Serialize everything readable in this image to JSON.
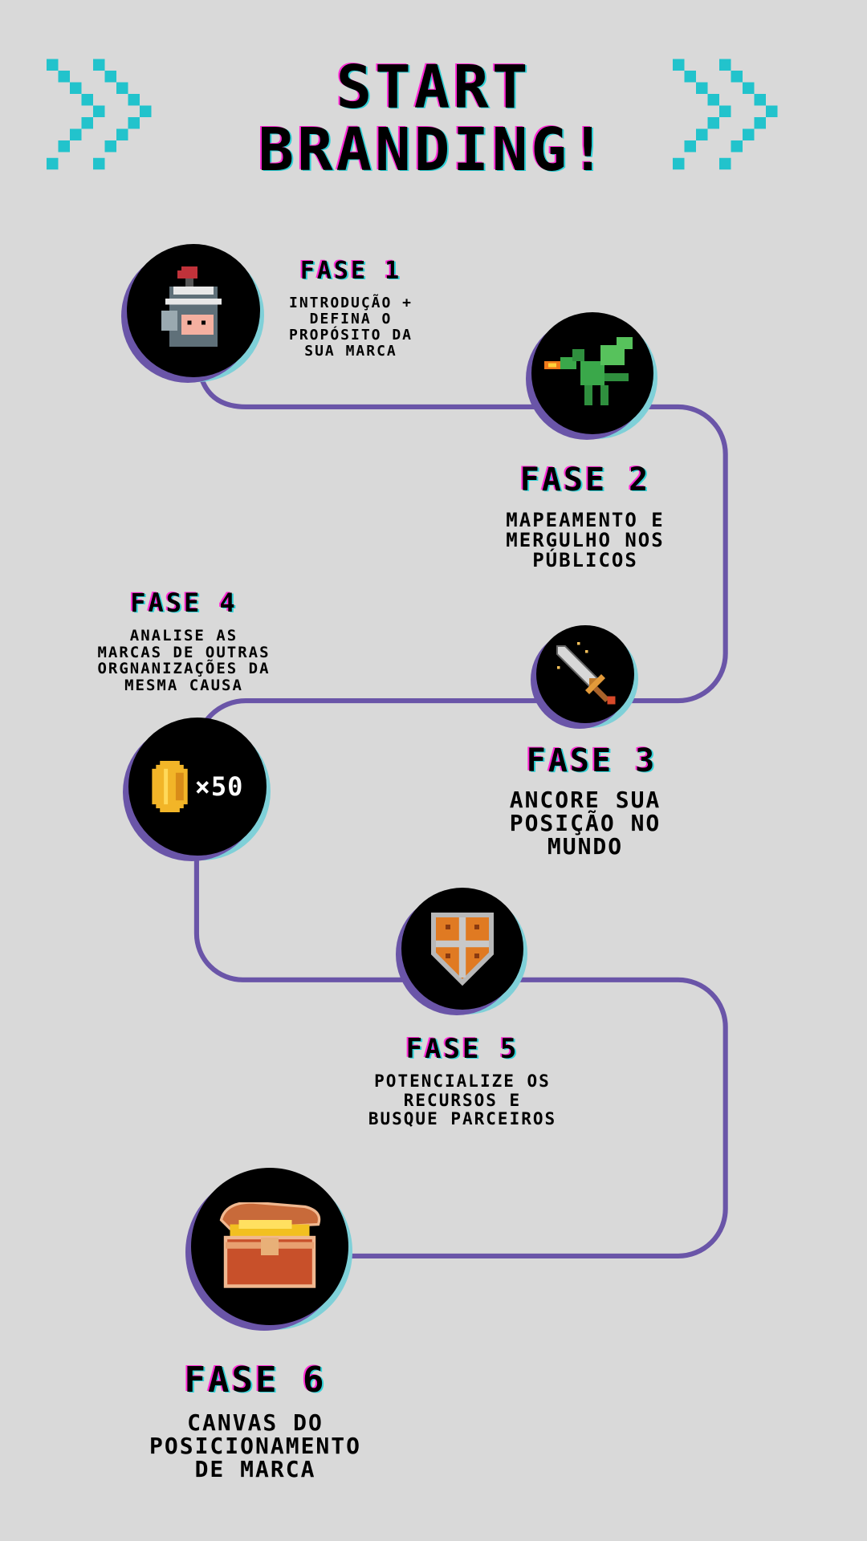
{
  "title": {
    "line1": "START",
    "line2": "BRANDING!"
  },
  "colors": {
    "background": "#d9d9d9",
    "path": "#6a55a8",
    "chevron": "#22c3cc",
    "glitch_magenta": "#ff2bd6",
    "glitch_cyan": "#2fd0d6"
  },
  "phases": [
    {
      "title": "FASE 1",
      "description": "INTRODUÇÃO +\nDEFINA O\nPROPÓSITO DA\nSUA MARCA",
      "icon": "knight-helmet-icon"
    },
    {
      "title": "FASE 2",
      "description": "MAPEAMENTO E\nMERGULHO NOS\nPÚBLICOS",
      "icon": "dragon-icon"
    },
    {
      "title": "FASE 3",
      "description": "ANCORE SUA\nPOSIÇÃO NO\nMUNDO",
      "icon": "sword-icon"
    },
    {
      "title": "FASE 4",
      "description": "ANALISE AS\nMARCAS DE OUTRAS\nORGNANIZAÇÕES DA\nMESMA CAUSA",
      "icon": "coin-icon",
      "icon_label": "×50"
    },
    {
      "title": "FASE 5",
      "description": "POTENCIALIZE OS\nRECURSOS E\nBUSQUE PARCEIROS",
      "icon": "shield-icon"
    },
    {
      "title": "FASE 6",
      "description": "CANVAS DO\nPOSICIONAMENTO\nDE MARCA",
      "icon": "treasure-chest-icon"
    }
  ]
}
